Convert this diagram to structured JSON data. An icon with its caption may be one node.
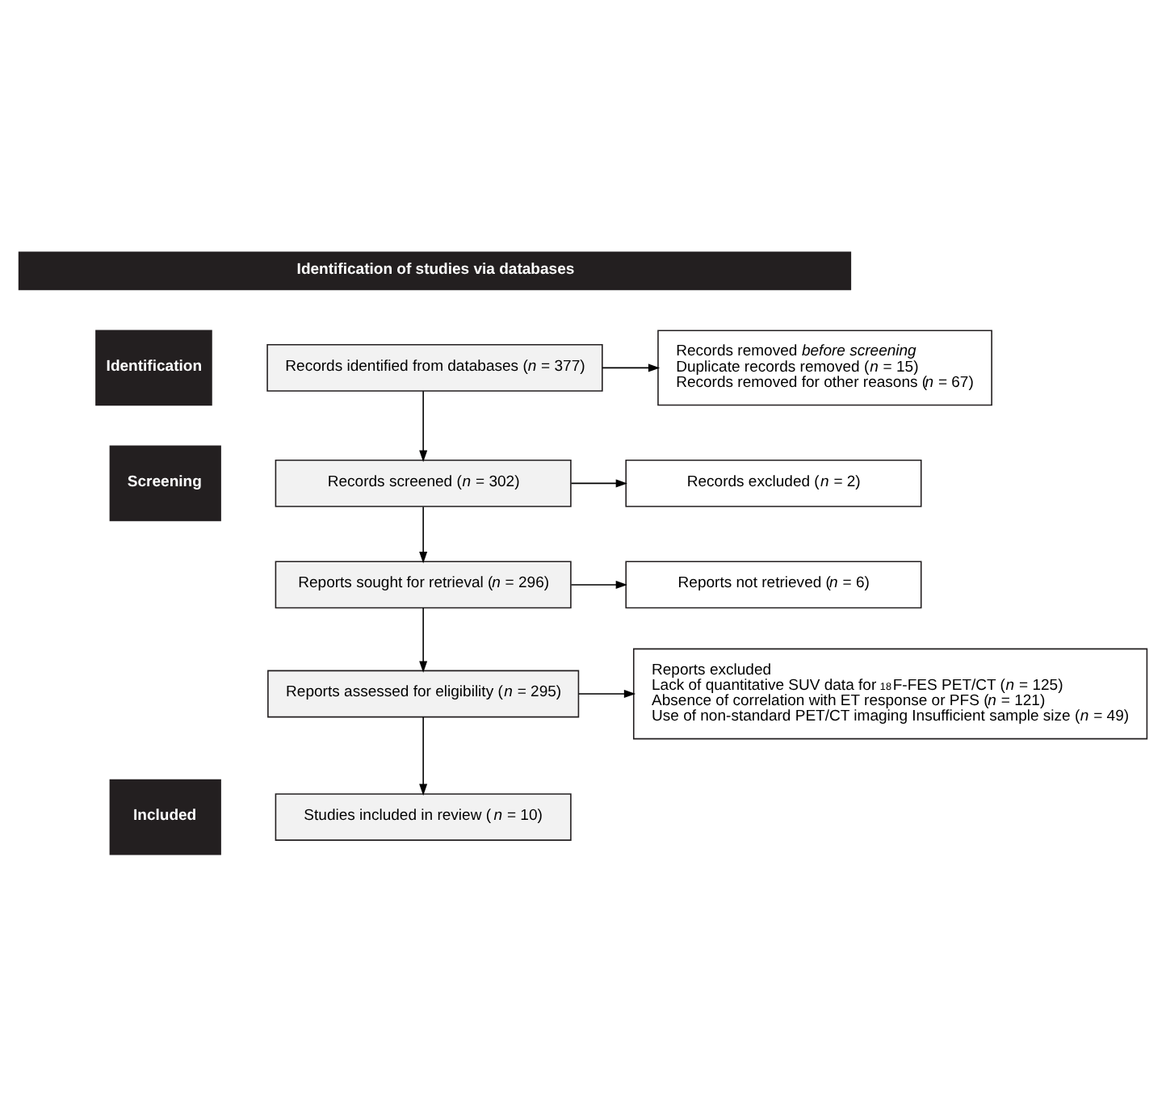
{
  "diagram": {
    "nodes": [
      {
        "text": [
          "Identification of studies via databases"
        ]
      },
      {
        "text": [
          "Identification"
        ]
      },
      {
        "text": [
          "Records identified from databases (*n* = 377)"
        ]
      },
      {
        "text": [
          "Records removed *before screening*",
          "Duplicate records removed (*n* = 15)",
          "Records removed for other reasons (*n* = 67)"
        ]
      },
      {
        "text": [
          "Screening"
        ]
      },
      {
        "text": [
          "Records screened (*n* = 302)"
        ]
      },
      {
        "text": [
          "Records excluded (*n* = 2)"
        ]
      },
      {
        "text": [
          "Reports sought for retrieval (*n* = 296)"
        ]
      },
      {
        "text": [
          "Reports not retrieved (*n* = 6)"
        ]
      },
      {
        "text": [
          "Reports assessed for eligibility (*n* = 295)"
        ]
      },
      {
        "text": [
          "Reports excluded",
          "Lack of quantitative SUV data for $^{18}$F-FES PET/CT (*n* = 125)",
          "Absence of correlation with ET response or PFS (*n* = 121)",
          "Use of non-standard PET/CT imaging Insufficient sample size (*n* = 49)"
        ]
      },
      {
        "text": [
          "Included"
        ]
      },
      {
        "text": [
          "Studies included in review (*n* = 10)"
        ]
      }
    ],
    "edges": [
      {
        "from": 2,
        "to": 3,
        "arrow": "to"
      },
      {
        "from": 2,
        "to": 5,
        "arrow": "to"
      },
      {
        "from": 5,
        "to": 6,
        "arrow": "to"
      },
      {
        "from": 5,
        "to": 7,
        "arrow": "to"
      },
      {
        "from": 7,
        "to": 8,
        "arrow": "to"
      },
      {
        "from": 7,
        "to": 9,
        "arrow": "to"
      },
      {
        "from": 9,
        "to": 10,
        "arrow": "to"
      },
      {
        "from": 9,
        "to": 12,
        "arrow": "to"
      }
    ]
  }
}
